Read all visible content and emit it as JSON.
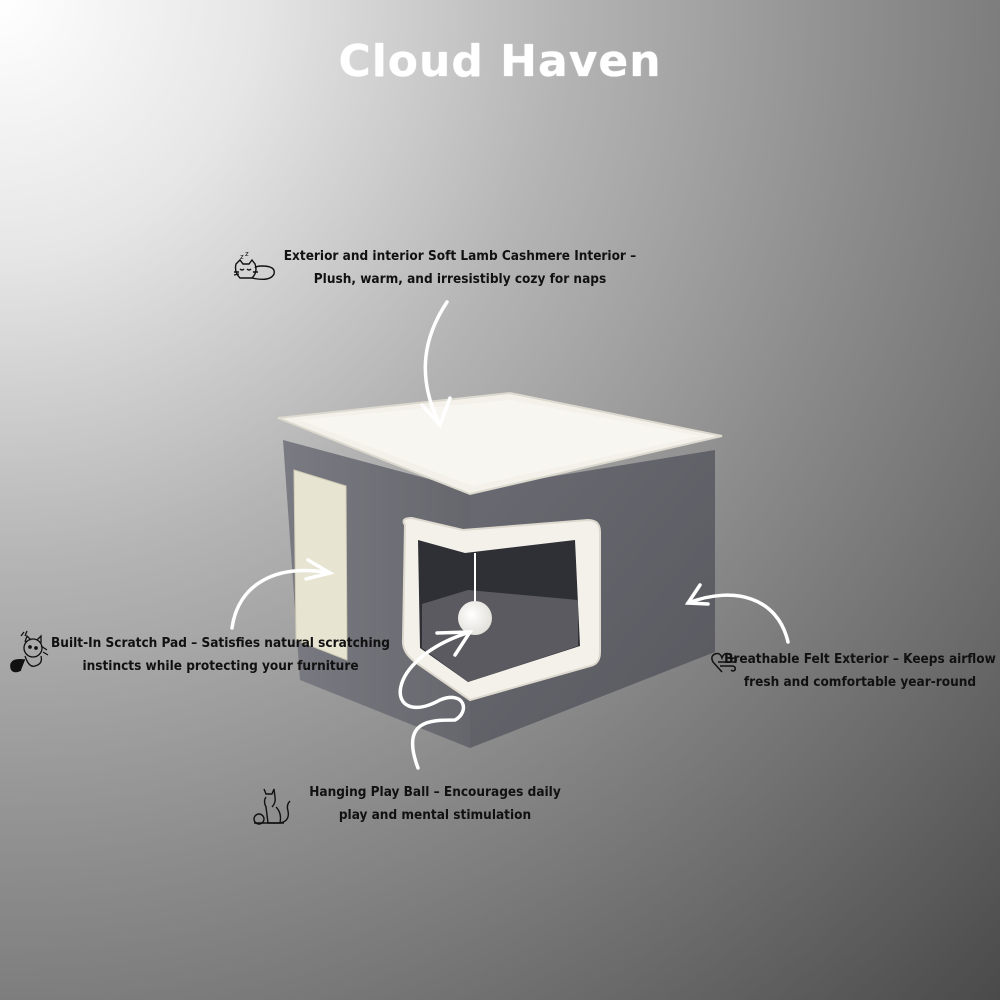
{
  "title": "Cloud Haven",
  "colors": {
    "background_light": "#ffffff",
    "background_dark": "#4a4a4a",
    "title_color": "#ffffff",
    "caption_color": "#111111",
    "arrow_color": "#ffffff",
    "house_felt": "#5f5f66",
    "house_fleece": "#f3f1ea",
    "scratch_pad": "#e7e4d2"
  },
  "features": [
    {
      "id": "cashmere",
      "icon": "sleeping-cat-icon",
      "line1": "Exterior and interior Soft Lamb Cashmere Interior –",
      "line2": "Plush, warm, and irresistibly cozy for naps"
    },
    {
      "id": "scratch-pad",
      "icon": "playful-cat-icon",
      "line1": "Built-In Scratch Pad – Satisfies natural scratching",
      "line2": "instincts while protecting your furniture"
    },
    {
      "id": "felt-exterior",
      "icon": "heart-wind-icon",
      "line1": "Breathable Felt Exterior – Keeps airflow",
      "line2": "fresh and comfortable year-round"
    },
    {
      "id": "play-ball",
      "icon": "cat-with-ball-icon",
      "line1": "Hanging Play Ball – Encourages daily",
      "line2": "play and mental stimulation"
    }
  ],
  "product": {
    "name": "cat-house-cube",
    "parts": [
      "fleece-top-cushion",
      "felt-body",
      "scratch-pad",
      "fleece-lined-entrance",
      "hanging-pom-pom-ball"
    ]
  }
}
